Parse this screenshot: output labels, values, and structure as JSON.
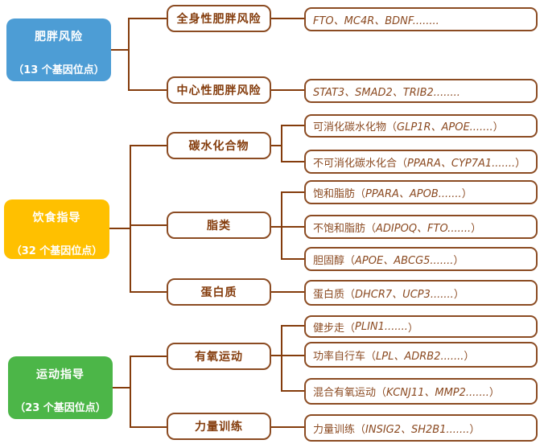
{
  "palette": {
    "obesity_risk": "#4D9DD5",
    "diet_guidance": "#FFC000",
    "exercise_guidance": "#4CB648",
    "line_brown": "#843C0C",
    "border_brown": "#8B4B22",
    "text_brown": "#8B4A21"
  },
  "left": [
    {
      "title": "肥胖风险",
      "subtitle": "（13 个基因位点）"
    },
    {
      "title": "饮食指导",
      "subtitle": "（32 个基因位点）"
    },
    {
      "title": "运动指导",
      "subtitle": "（23 个基因位点）"
    }
  ],
  "mid": [
    {
      "label": "全身性肥胖风险"
    },
    {
      "label": "中心性肥胖风险"
    },
    {
      "label": "碳水化合物"
    },
    {
      "label": "脂类"
    },
    {
      "label": "蛋白质"
    },
    {
      "label": "有氧运动"
    },
    {
      "label": "力量训练"
    }
  ],
  "right": [
    {
      "pre": "",
      "genes": "FTO、MC4R、BDNF........",
      "post": ""
    },
    {
      "pre": "",
      "genes": "STAT3、SMAD2、TRIB2........",
      "post": ""
    },
    {
      "pre": "可消化碳水化物（",
      "genes": "GLP1R、APOE.......",
      "post": "）"
    },
    {
      "pre": "不可消化碳水化合（",
      "genes": "PPARA、CYP7A1.......",
      "post": "）"
    },
    {
      "pre": "饱和脂肪（",
      "genes": "PPARA、APOB.......",
      "post": "）"
    },
    {
      "pre": "不饱和脂肪（",
      "genes": "ADIPOQ、FTO.......",
      "post": "）"
    },
    {
      "pre": "胆固醇（",
      "genes": "APOE、ABCG5.......",
      "post": "）"
    },
    {
      "pre": "蛋白质（",
      "genes": "DHCR7、UCP3.......",
      "post": "）"
    },
    {
      "pre": "健步走（",
      "genes": "PLIN1.......",
      "post": "）"
    },
    {
      "pre": "功率自行车（",
      "genes": "LPL、ADRB2.......",
      "post": "）"
    },
    {
      "pre": "混合有氧运动（",
      "genes": "KCNJ11、MMP2.......",
      "post": "）"
    },
    {
      "pre": "力量训练（",
      "genes": "INSIG2、SH2B1.......",
      "post": "）"
    }
  ]
}
